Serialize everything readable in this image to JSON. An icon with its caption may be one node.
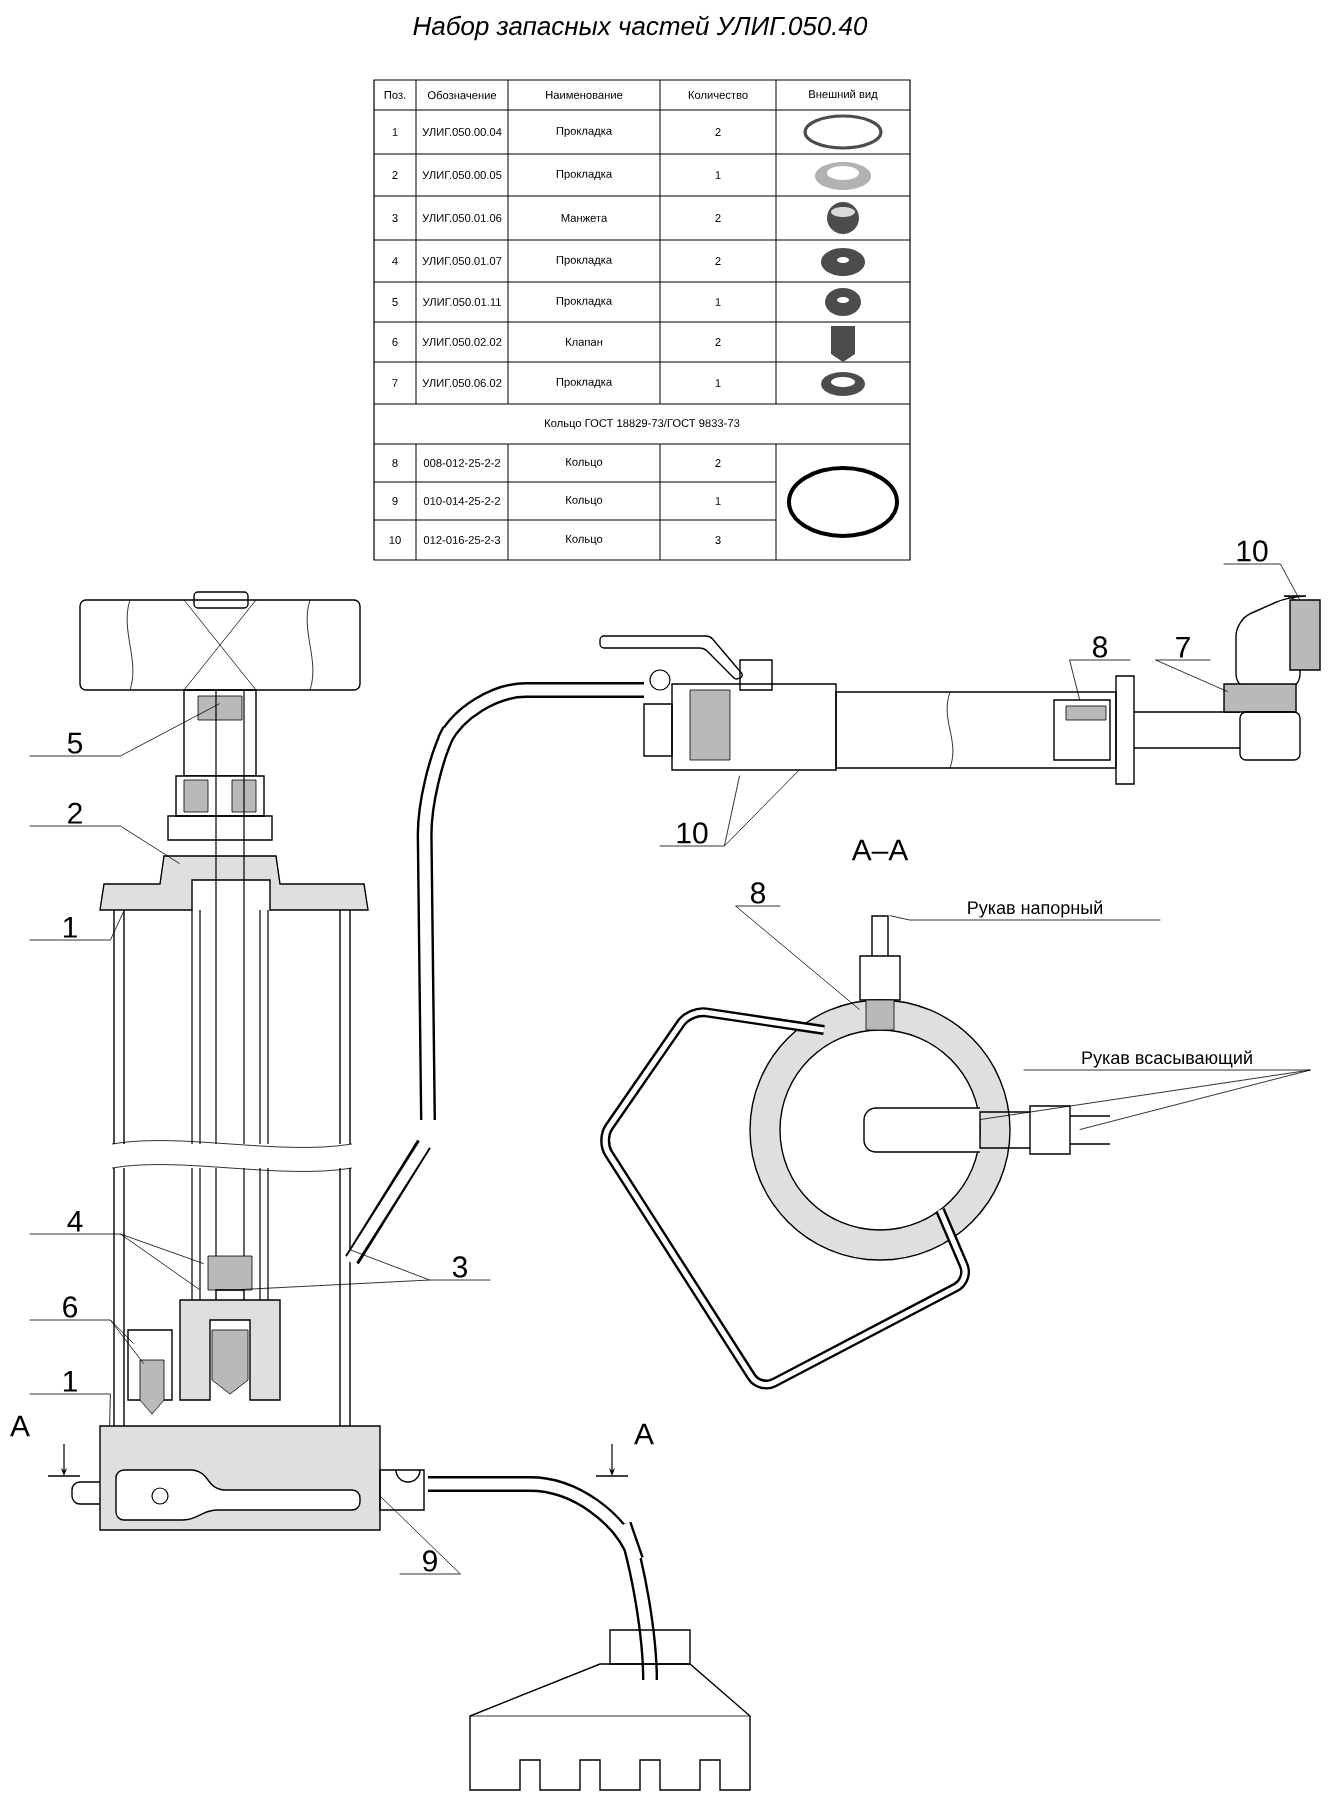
{
  "diagram": {
    "title": "Набор запасных частей УЛИГ.050.40",
    "nodes": [
      {
        "text": [
          "5"
        ]
      },
      {
        "text": [
          "2"
        ]
      },
      {
        "text": [
          "1"
        ]
      },
      {
        "text": [
          "4"
        ]
      },
      {
        "text": [
          "3"
        ]
      },
      {
        "text": [
          "6"
        ]
      },
      {
        "text": [
          "1"
        ]
      },
      {
        "text": [
          "9"
        ]
      },
      {
        "text": [
          "10"
        ]
      },
      {
        "text": [
          "8"
        ]
      },
      {
        "text": [
          "7"
        ]
      },
      {
        "text": [
          "10"
        ]
      },
      {
        "text": [
          "Рукав напорный"
        ]
      },
      {
        "text": [
          "8"
        ]
      },
      {
        "text": [
          "Рукав всасывающий"
        ]
      },
      {
        "text": [],
        "shape": "picture"
      },
      {
        "text": [],
        "shape": "picture"
      },
      {
        "text": [],
        "shape": "picture"
      },
      {
        "text": [],
        "shape": "picture"
      },
      {
        "text": [],
        "shape": "picture"
      }
    ],
    "edges": [
      {
        "from": 0,
        "to": 15,
        "arrow": "none"
      },
      {
        "from": 1,
        "to": 15,
        "arrow": "none"
      },
      {
        "from": 2,
        "to": 15,
        "arrow": "none"
      },
      {
        "from": 3,
        "to": 15,
        "arrow": "none"
      },
      {
        "from": 3,
        "to": 15,
        "arrow": "none"
      },
      {
        "from": 4,
        "to": 15,
        "arrow": "none"
      },
      {
        "from": 4,
        "to": 15,
        "arrow": "none"
      },
      {
        "from": 5,
        "to": 15,
        "arrow": "none"
      },
      {
        "from": 5,
        "to": 15,
        "arrow": "none"
      },
      {
        "from": 6,
        "to": 15,
        "arrow": "none"
      },
      {
        "from": 7,
        "to": 15,
        "arrow": "none"
      },
      {
        "from": 8,
        "to": 16,
        "arrow": "none"
      },
      {
        "from": 8,
        "to": 16,
        "arrow": "none"
      },
      {
        "from": 9,
        "to": 17,
        "arrow": "none"
      },
      {
        "from": 10,
        "to": 18,
        "arrow": "none"
      },
      {
        "from": 11,
        "to": 18,
        "arrow": "none"
      },
      {
        "from": 12,
        "to": 19,
        "arrow": "none"
      },
      {
        "from": 13,
        "to": 19,
        "arrow": "none"
      },
      {
        "from": 14,
        "to": 19,
        "arrow": "none"
      },
      {
        "from": 14,
        "to": 19,
        "arrow": "none"
      }
    ],
    "labels": [
      "Поз.",
      "Обозначение",
      "Наименование",
      "Количество",
      "Внешний вид",
      "1",
      "УЛИГ.050.00.04",
      "Прокладка",
      "2",
      "2",
      "УЛИГ.050.00.05",
      "Прокладка",
      "1",
      "3",
      "УЛИГ.050.01.06",
      "Манжета",
      "2",
      "4",
      "УЛИГ.050.01.07",
      "Прокладка",
      "2",
      "5",
      "УЛИГ.050.01.11",
      "Прокладка",
      "1",
      "6",
      "УЛИГ.050.02.02",
      "Клапан",
      "2",
      "7",
      "УЛИГ.050.06.02",
      "Прокладка",
      "1",
      "Кольцо ГОСТ 18829-73/ГОСТ 9833-73",
      "8",
      "008-012-25-2-2",
      "Кольцо",
      "2",
      "9",
      "010-014-25-2-2",
      "Кольцо",
      "1",
      "10",
      "012-016-25-2-3",
      "Кольцо",
      "3",
      "А",
      "А",
      "А–А"
    ]
  }
}
